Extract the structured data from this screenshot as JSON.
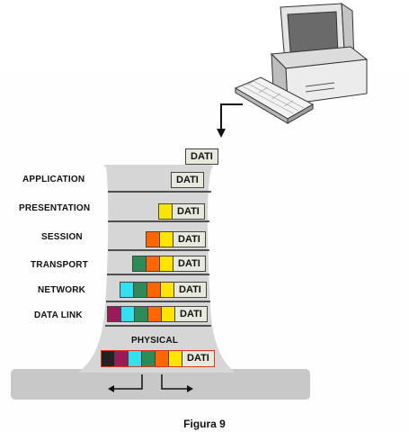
{
  "diagram": {
    "caption": "Figura 9",
    "data_label": "DATI",
    "layers": [
      {
        "key": "application",
        "label": "APPLICATION"
      },
      {
        "key": "presentation",
        "label": "PRESENTATION"
      },
      {
        "key": "session",
        "label": "SESSION"
      },
      {
        "key": "transport",
        "label": "TRANSPORT"
      },
      {
        "key": "network",
        "label": "NETWORK"
      },
      {
        "key": "data_link",
        "label": "DATA LINK"
      },
      {
        "key": "physical",
        "label": "PHYSICAL"
      }
    ],
    "header_colors": {
      "presentation": "#ffe400",
      "session": "#ff6600",
      "transport": "#2e8b57",
      "network": "#33e0f0",
      "data_link": "#9b1b5a",
      "physical": "#222222"
    },
    "stack_color": "#d6d6d6",
    "base_color": "#c8c8c8",
    "data_box_color": "#e6e9dc"
  }
}
